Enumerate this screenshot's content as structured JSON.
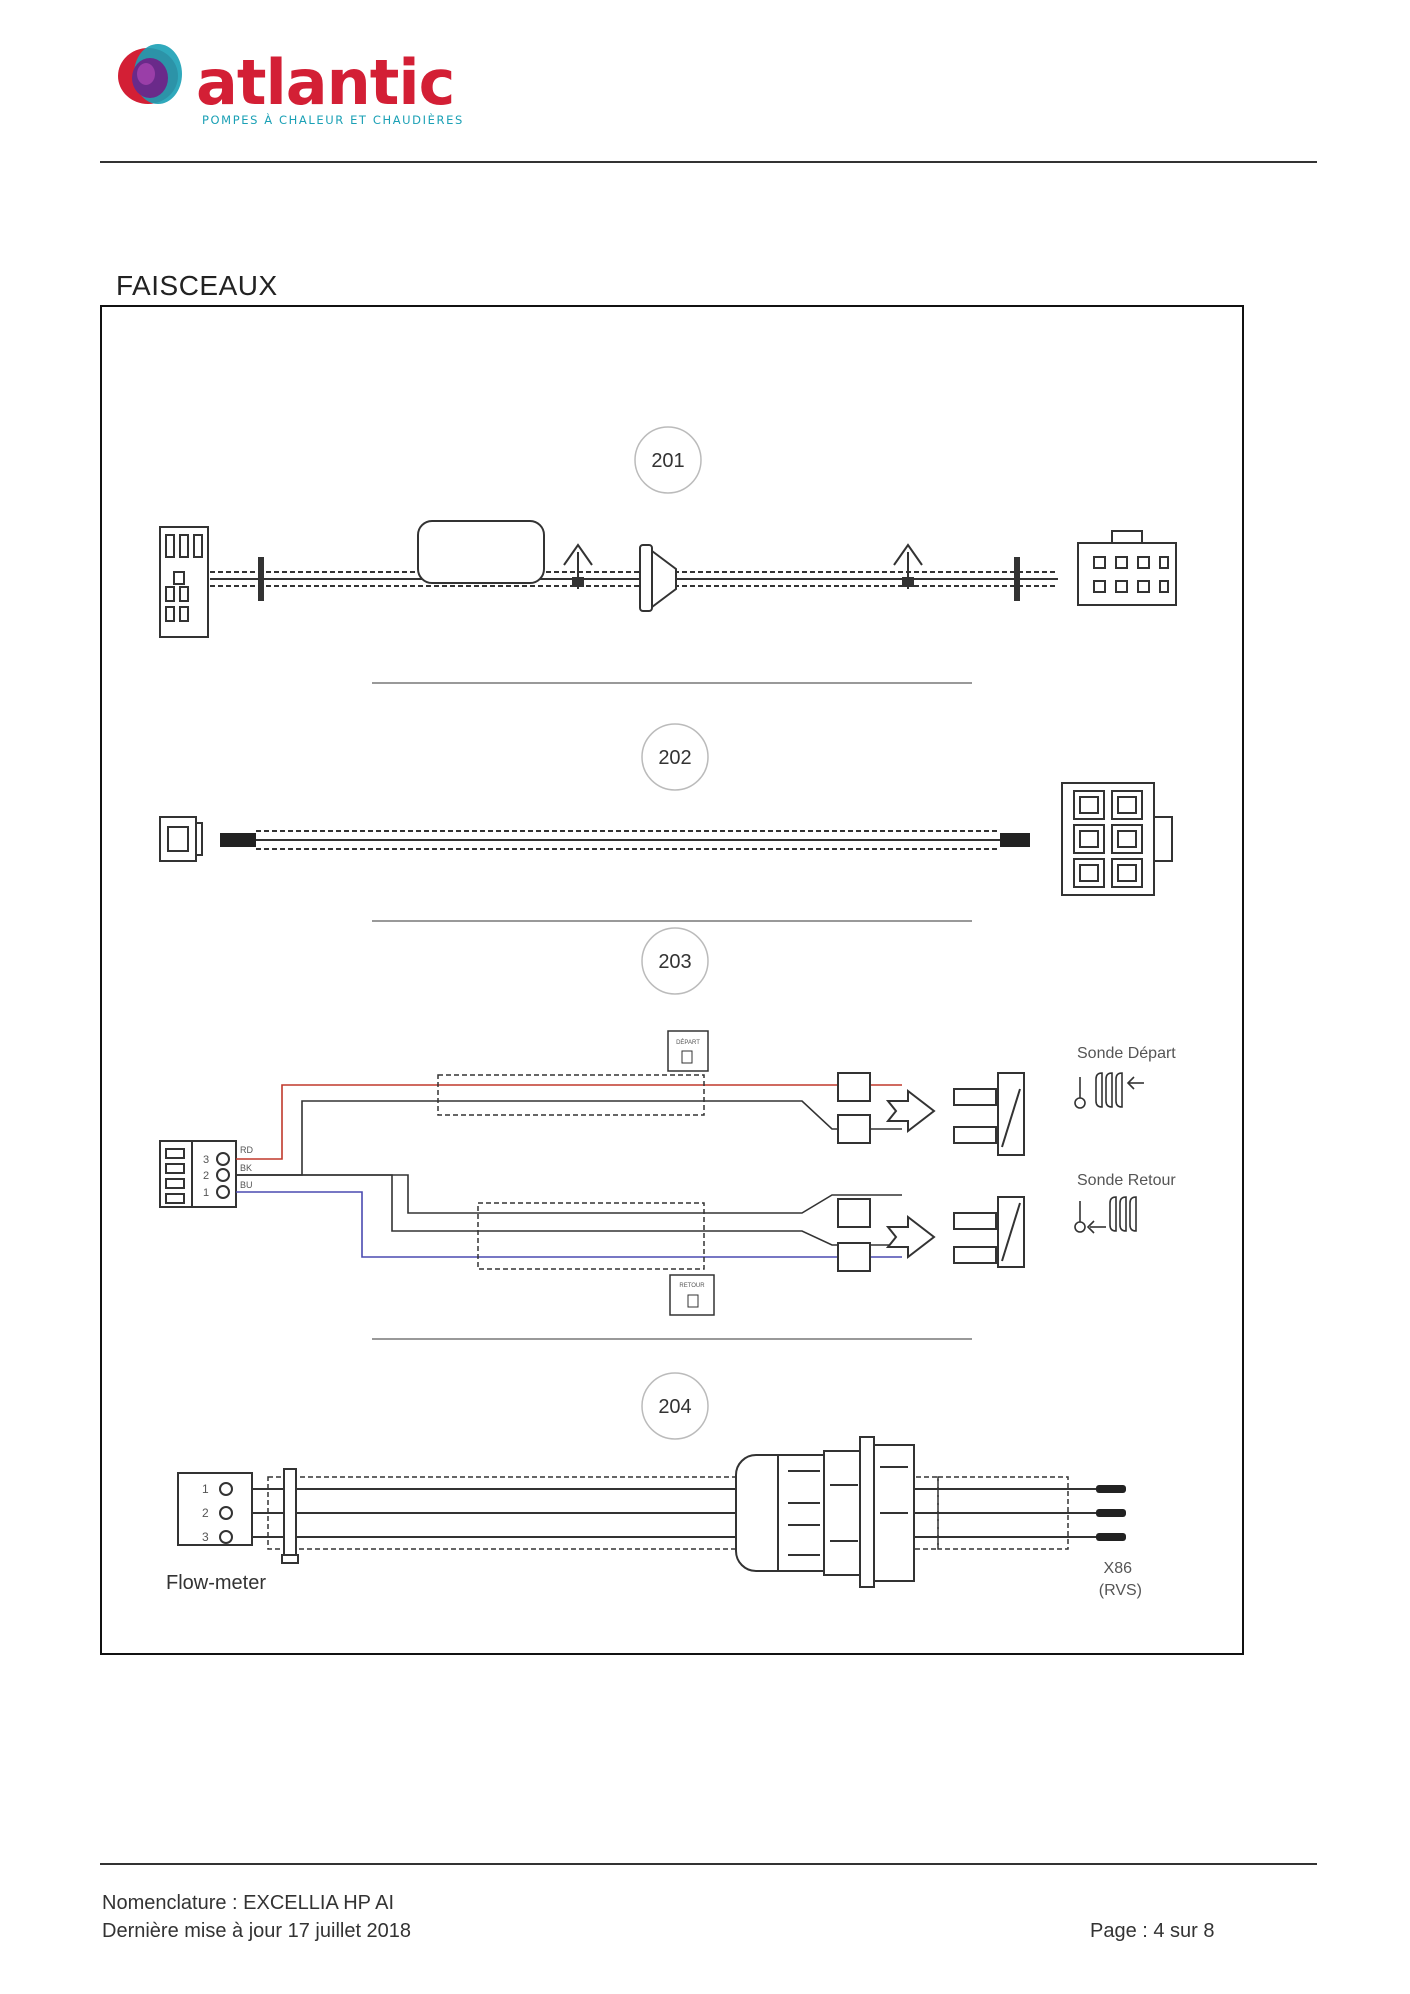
{
  "brand": {
    "name": "atlantic",
    "tagline": "POMPES À CHALEUR ET CHAUDIÈRES",
    "colors": {
      "red": "#d31f35",
      "teal": "#1aa0b5",
      "purple": "#6a2a8a"
    }
  },
  "section": {
    "title": "FAISCEAUX"
  },
  "harnesses": [
    {
      "number": "201"
    },
    {
      "number": "202"
    },
    {
      "number": "203",
      "wire_labels": [
        "RD",
        "BK",
        "BU"
      ],
      "pins": [
        "3",
        "2",
        "1"
      ],
      "tag_depart": "DÉPART",
      "tag_retour": "RETOUR",
      "probe_depart": "Sonde Départ",
      "probe_retour": "Sonde Retour"
    },
    {
      "number": "204",
      "pins": [
        "1",
        "2",
        "3"
      ],
      "device": "Flow-meter",
      "terminal": "X86",
      "terminal_sub": "(RVS)"
    }
  ],
  "footer": {
    "nomenclature": "Nomenclature : EXCELLIA HP AI",
    "updated": "Dernière mise à jour 17 juillet 2018",
    "page": "Page : 4 sur 8"
  }
}
